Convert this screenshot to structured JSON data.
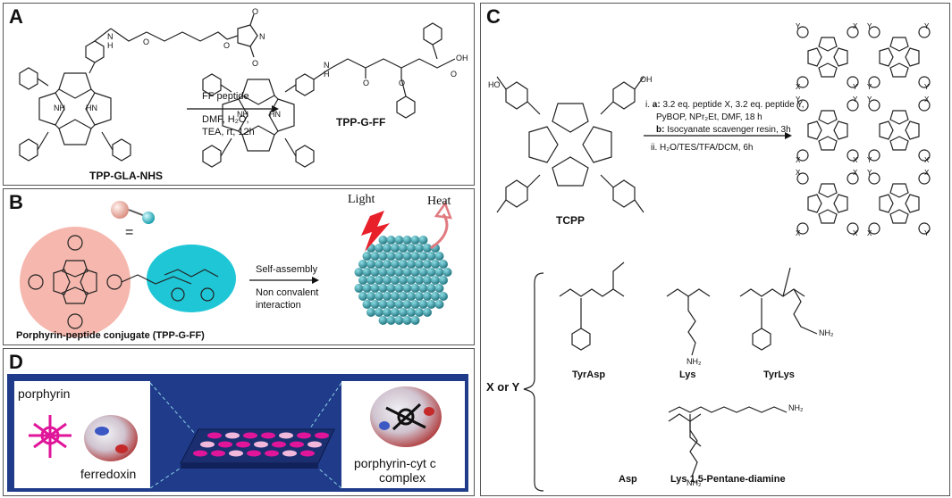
{
  "panels": {
    "A": {
      "label": "A",
      "reactant_name": "TPP-GLA-NHS",
      "product_name": "TPP-G-FF",
      "reagent_above": "FF peptide",
      "conditions_line1": "DMF, H₂O,",
      "conditions_line2": "TEA, rt, 12h",
      "nh_labels": [
        "NH",
        "HN",
        "NH",
        "HN"
      ],
      "group_labels": [
        "H",
        "N",
        "O",
        "O",
        "N",
        "H",
        "N",
        "O",
        "OH",
        "O",
        "O",
        "O",
        "O"
      ]
    },
    "B": {
      "label": "B",
      "equals": "=",
      "light": "Light",
      "heat": "Heat",
      "arrow_label1": "Self-assembly",
      "arrow_label2": "Non convalent",
      "arrow_label3": "interaction",
      "conjugate_name": "Porphyrin-peptide conjugate (TPP-G-FF)"
    },
    "C": {
      "label": "C",
      "tcpp": "TCPP",
      "cond1_prefix": "i. ",
      "cond1_a": "a:",
      "cond1_a_text": " 3.2 eq. peptide X, 3.2 eq. peptide Y,",
      "cond1_line2": "PyBOP, NPr₂Et, DMF, 18 h",
      "cond1_b": "b:",
      "cond1_b_text": " Isocyanate scavenger resin, 3h",
      "cond2": "ii. H₂O/TES/TFA/DCM, 6h",
      "xy_label": "X or Y",
      "peptides": [
        "TyrAsp",
        "Lys",
        "TyrLys",
        "Asp",
        "Lys 1,5-Pentane-diamine"
      ],
      "ho_label": "HO",
      "oh_label": "OH",
      "nh2_label": "NH₂",
      "x_label": "X",
      "y_label": "Y"
    },
    "D": {
      "label": "D",
      "porphyrin": "porphyrin",
      "ferredoxin": "ferredoxin",
      "complex_line1": "porphyrin-cyt c",
      "complex_line2": "complex"
    }
  },
  "colors": {
    "panel_d_bg": "#1f3b8a",
    "magenta": "#e0159a",
    "sphere": "#2aa7b5",
    "pink_bg": "#f6b8ae",
    "cyan_bg": "#1fc6d6",
    "light_bolt": "#e8202a",
    "heat_arrow": "#e07a80"
  }
}
